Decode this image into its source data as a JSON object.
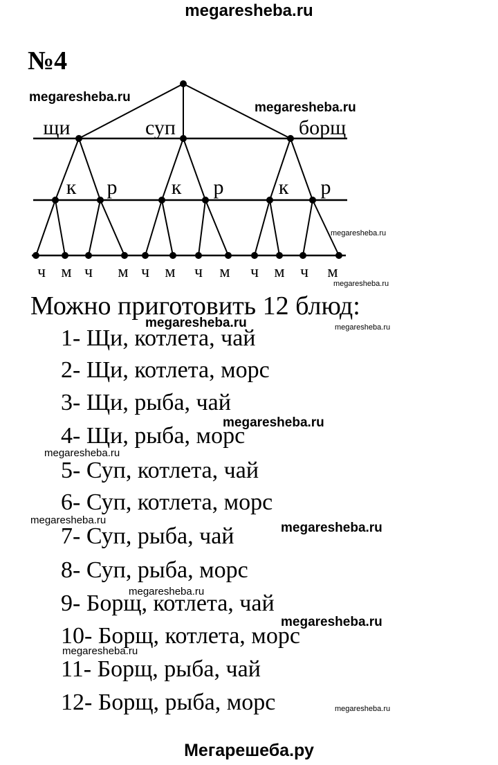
{
  "header": {
    "site": "megaresheba.ru"
  },
  "footer": {
    "site": "Мегарешеба.ру"
  },
  "task": {
    "number": "№4"
  },
  "diagram": {
    "level1": [
      "щи",
      "суп",
      "борщ"
    ],
    "level2": [
      "к",
      "р",
      "к",
      "р",
      "к",
      "р"
    ],
    "level3": [
      "ч",
      "м",
      "ч",
      "м",
      "ч",
      "м",
      "ч",
      "м",
      "ч",
      "м",
      "ч",
      "м"
    ]
  },
  "answer": {
    "intro": "Можно приготовить 12 блюд:",
    "items": [
      {
        "num": "1-",
        "text": "Щи, котлета, чай"
      },
      {
        "num": "2-",
        "text": "Щи, котлета, морс"
      },
      {
        "num": "3-",
        "text": "Щи, рыба, чай"
      },
      {
        "num": "4-",
        "text": "Щи, рыба, морс"
      },
      {
        "num": "5-",
        "text": "Суп, котлета, чай"
      },
      {
        "num": "6-",
        "text": "Суп, котлета, морс"
      },
      {
        "num": "7-",
        "text": "Суп, рыба, чай"
      },
      {
        "num": "8-",
        "text": "Суп, рыба, морс"
      },
      {
        "num": "9-",
        "text": "Борщ, котлета, чай"
      },
      {
        "num": "10-",
        "text": "Борщ, котлета, морс"
      },
      {
        "num": "11-",
        "text": "Борщ, рыба, чай"
      },
      {
        "num": "12-",
        "text": "Борщ, рыба, морс"
      }
    ]
  },
  "watermarks": {
    "w1": "megaresheba.ru",
    "w2": "megaresheba.ru",
    "w3": "megaresheba.ru",
    "w4": "megaresheba.ru",
    "w5": "megaresheba.ru",
    "w6": "megaresheba.ru",
    "w7": "megaresheba.ru",
    "w8": "megaresheba.ru",
    "w9": "megaresheba.ru",
    "w10": "megaresheba.ru",
    "w11": "megaresheba.ru",
    "w12": "megaresheba.ru",
    "w13": "megaresheba.ru",
    "w14": "megaresheba.ru",
    "w15": "megaresheba.ru"
  }
}
